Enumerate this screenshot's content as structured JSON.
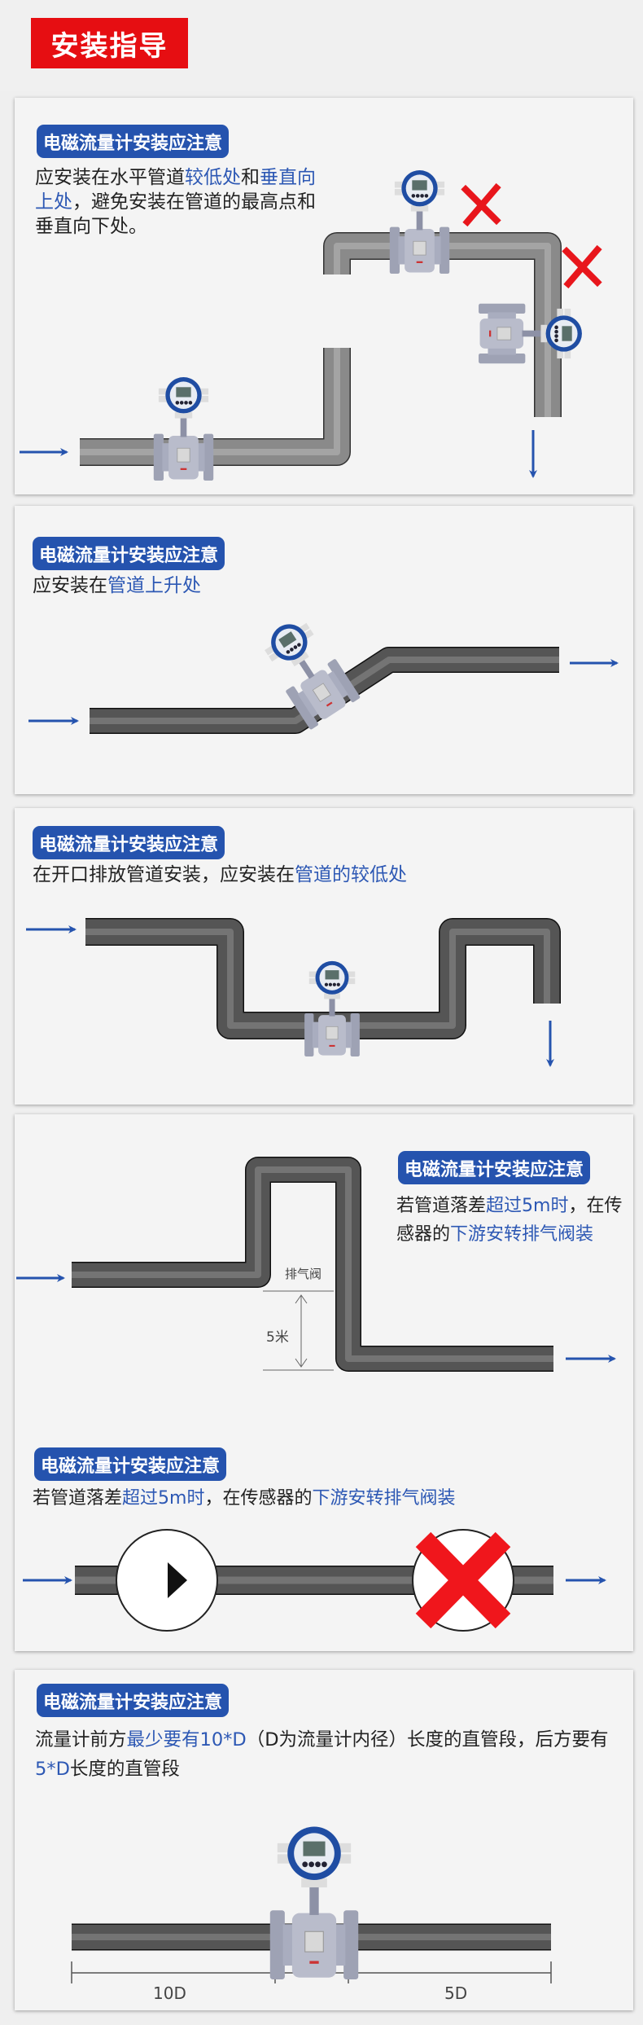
{
  "header": {
    "title": "安装指导"
  },
  "badge_label": "电磁流量计安装应注意",
  "s1": {
    "text": [
      "应安装在水平管道",
      "较低处",
      "和",
      "垂直向上处",
      "，避免安装在管道的最高点和垂直向下处。"
    ]
  },
  "s2": {
    "text": [
      "应安装在",
      "管道上升处"
    ]
  },
  "s3": {
    "text": [
      "在开口排放管道安装，应安装在",
      "管道的较低处"
    ]
  },
  "s4": {
    "text": [
      "若管道落差",
      "超过5m时",
      "，在传感器的",
      "下游安转排气阀装"
    ],
    "valve_label": "排气阀",
    "height_label": "5米",
    "text2": [
      "若管道落差",
      "超过5m时",
      "，在传感器的",
      "下游安转排气阀装"
    ]
  },
  "s5": {
    "text": [
      "流量计前方",
      "最少要有10*D",
      "（D为流量计内径）长度的直管段，后方要有",
      "5*D",
      "长度的直管段"
    ],
    "upstream_label": "10D",
    "downstream_label": "5D"
  },
  "colors": {
    "accent_red": "#e60e12",
    "badge_blue": "#2553ae",
    "highlight_blue": "#2d58b4"
  }
}
